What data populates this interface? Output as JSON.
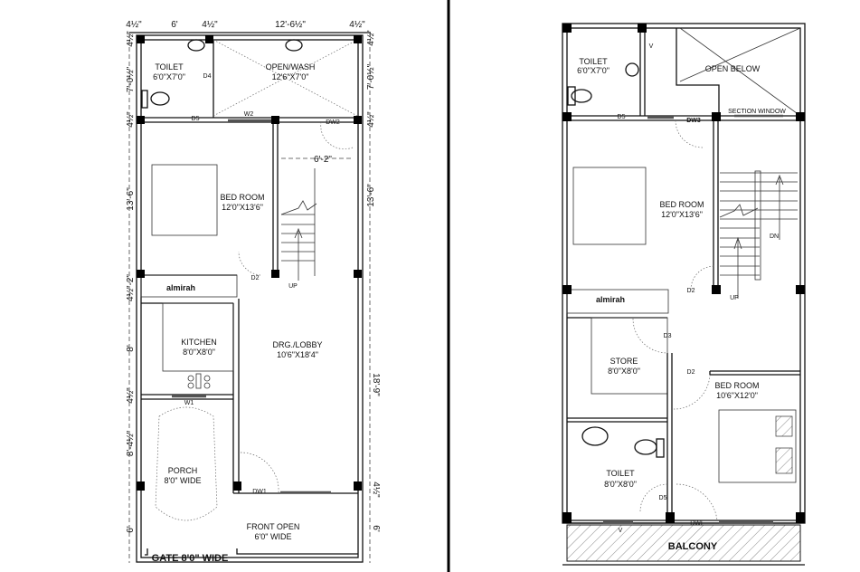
{
  "ground_floor": {
    "dims_top": [
      "4½\"",
      "6'",
      "4½\"",
      "12'-6½\"",
      "4½\""
    ],
    "dims_left": [
      "4½\"",
      "7'-0½\"",
      "4½\"",
      "13'-6\"",
      "4½\"-2\"",
      "8'",
      "4½\"",
      "8'-4½\"",
      "6'"
    ],
    "dims_right": [
      "4½\"",
      "7'-0½\"",
      "4½\"",
      "13'-6\"",
      "18'-9\"",
      "4½\"",
      "6'"
    ],
    "stair_width": "6'-2\"",
    "rooms": {
      "toilet": {
        "name": "TOILET",
        "size": "6'0\"X7'0\""
      },
      "open_wash": {
        "name": "OPEN/WASH",
        "size": "12'6\"X7'0\""
      },
      "bed_room": {
        "name": "BED ROOM",
        "size": "12'0\"X13'6\""
      },
      "kitchen": {
        "name": "KITCHEN",
        "size": "8'0\"X8'0\""
      },
      "drawing_lobby": {
        "name": "DRG./LOBBY",
        "size": "10'6\"X18'4\""
      },
      "porch": {
        "name": "PORCH",
        "size": "8'0\" WIDE"
      },
      "front_open": {
        "name": "FRONT OPEN",
        "size": "6'0\" WIDE"
      }
    },
    "tags": {
      "d4": "D4",
      "d5": "D5",
      "w2": "W2",
      "dw2": "DW2",
      "d2": "D2",
      "up": "UP",
      "almirah": "almirah",
      "w1": "W1",
      "dw1": "DW1"
    },
    "gate": "GATE 8'0\" WIDE"
  },
  "first_floor": {
    "rooms": {
      "toilet1": {
        "name": "TOILET",
        "size": "6'0\"X7'0\""
      },
      "open_below": {
        "name": "OPEN BELOW"
      },
      "bed_room1": {
        "name": "BED ROOM",
        "size": "12'0\"X13'6\""
      },
      "store": {
        "name": "STORE",
        "size": "8'0\"X8'0\""
      },
      "bed_room2": {
        "name": "BED ROOM",
        "size": "10'6\"X12'0\""
      },
      "toilet2": {
        "name": "TOILET",
        "size": "8'0\"X8'0\""
      },
      "balcony": {
        "name": "BALCONY"
      }
    },
    "tags": {
      "v1": "V",
      "section_window": "SECTION WINDOW",
      "d5a": "D5",
      "dw3": "DW3",
      "dn": "DN",
      "d2a": "D2",
      "up": "UP",
      "almirah": "almirah",
      "d3": "D3",
      "d2b": "D2",
      "d5b": "D5",
      "dw1": "DWI",
      "v2": "V"
    }
  }
}
